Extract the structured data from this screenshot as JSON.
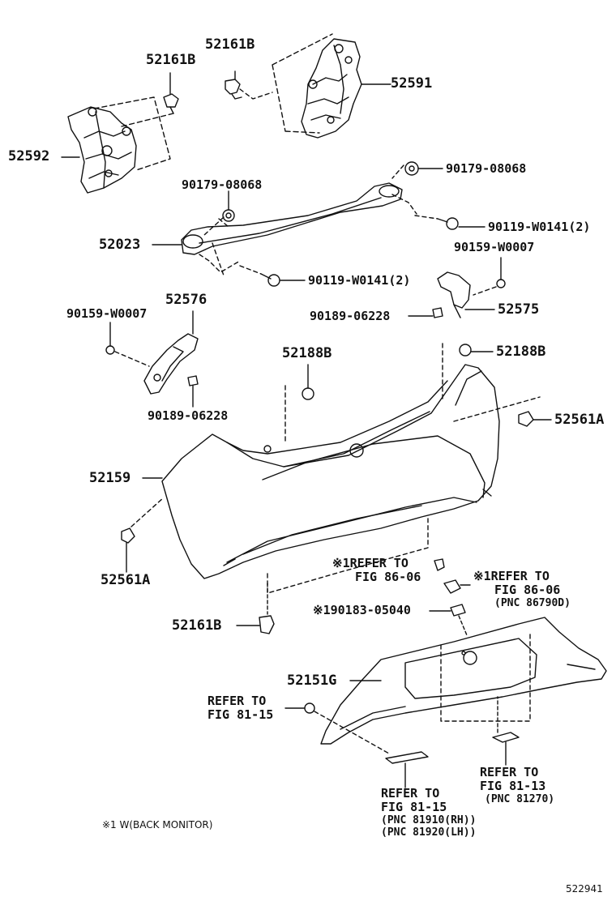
{
  "labels": {
    "p52161B_top": "52161B",
    "p52161B_left": "52161B",
    "p52591": "52591",
    "p52592": "52592",
    "p90179_right": "90179-08068",
    "p90179_left": "90179-08068",
    "p90119_right": "90119-W0141(2)",
    "p52023": "52023",
    "p90159_right": "90159-W0007",
    "p90119_mid": "90119-W0141(2)",
    "p52576": "52576",
    "p90159_left": "90159-W0007",
    "p90189_right": "90189-06228",
    "p52575": "52575",
    "p52188B_left": "52188B",
    "p52188B_right": "52188B",
    "p90189_left": "90189-06228",
    "p52561A_right": "52561A",
    "p52159": "52159",
    "p52561A_left": "52561A",
    "p52161B_bottom": "52161B",
    "p90183": "90183-05040",
    "p52151G": "52151G"
  },
  "refers": {
    "refer_8606_a": {
      "mark": "※1",
      "line1": "REFER TO",
      "line2": "FIG 86-06"
    },
    "refer_8606_b": {
      "mark": "※1",
      "line1": "REFER TO",
      "line2": "FIG 86-06",
      "line3": "(PNC 86790D)"
    },
    "mark_90183": "※1",
    "refer_8115_a": {
      "line1": "REFER TO",
      "line2": "FIG 81-15"
    },
    "refer_8115_b": {
      "line1": "REFER TO",
      "line2": "FIG 81-15",
      "line3": "(PNC 81910(RH))",
      "line4": "(PNC 81920(LH))"
    },
    "refer_8113": {
      "line1": "REFER TO",
      "line2": "FIG 81-13",
      "line3": "(PNC 81270)"
    }
  },
  "footnote": "※1 W(BACK MONITOR)",
  "diagram_id": "522941"
}
